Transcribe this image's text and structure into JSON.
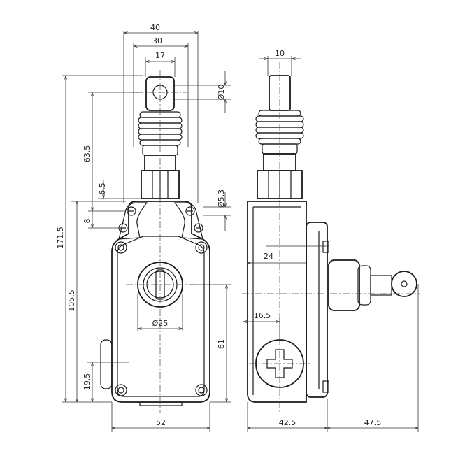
{
  "dimensions": {
    "front_width_40": "40",
    "front_width_30": "30",
    "front_width_17": "17",
    "pin_dia_10": "Ø10",
    "hole_dia_5_3": "Ø5.3",
    "height_63_5": "63.5",
    "height_6_5": "6.5",
    "height_8": "8",
    "height_171_5": "171.5",
    "height_105_5": "105.5",
    "height_19_5": "19.5",
    "height_61": "61",
    "knob_dia_25": "Ø25",
    "base_width_52": "52",
    "side_width_10": "10",
    "side_24": "24",
    "side_16_5": "16.5",
    "side_42_5": "42.5",
    "side_47_5": "47.5"
  }
}
